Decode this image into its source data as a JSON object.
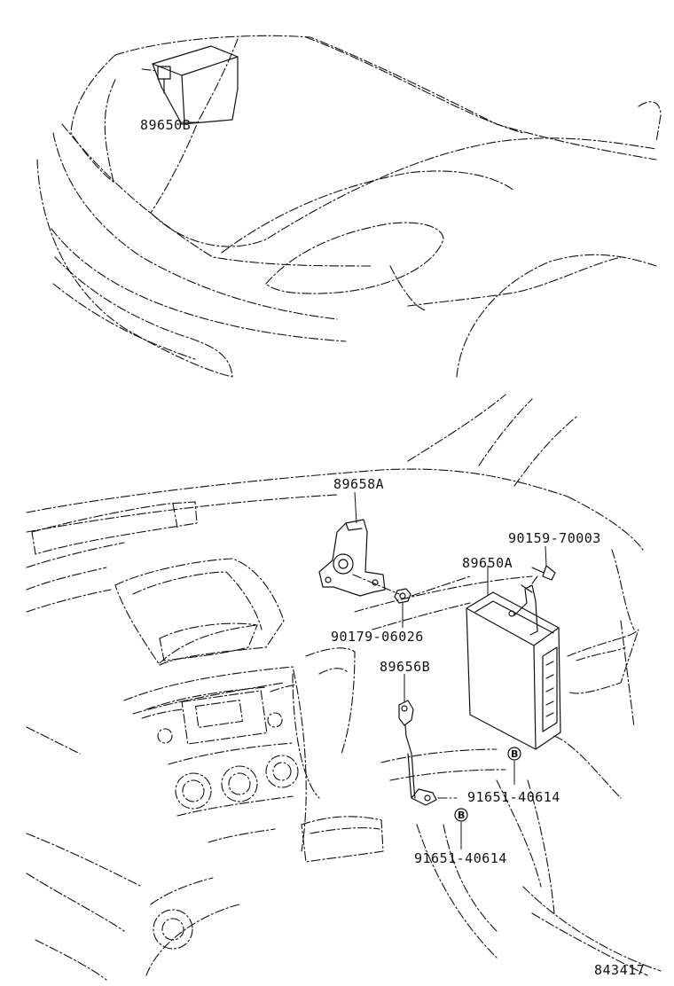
{
  "parts": {
    "p89650B": "89650B",
    "p89658A": "89658A",
    "p90159": "90159-70003",
    "p89650A": "89650A",
    "p90179": "90179-06026",
    "p89656B": "89656B",
    "p91651a": "91651-40614",
    "p91651b": "91651-40614"
  },
  "callout_marks": {
    "b1": "B",
    "b2": "B"
  },
  "illustration_number": "843417"
}
